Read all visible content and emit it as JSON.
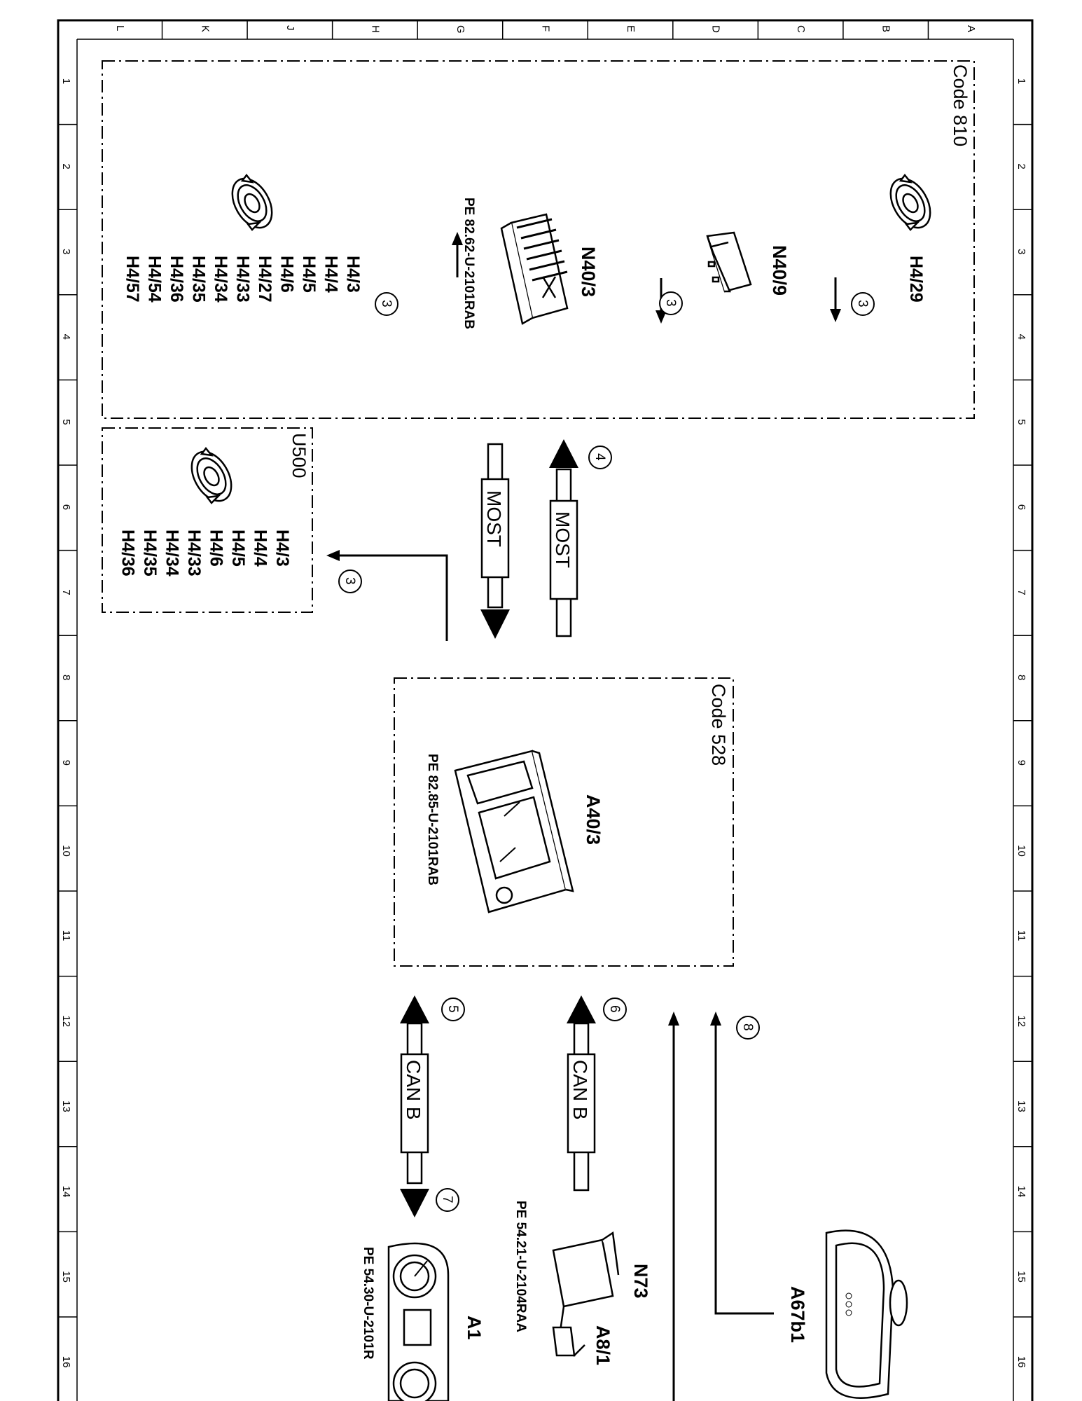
{
  "grid": {
    "columns": [
      "L",
      "K",
      "J",
      "H",
      "G",
      "F",
      "E",
      "D",
      "C",
      "B",
      "A"
    ],
    "rows": [
      "1",
      "2",
      "3",
      "4",
      "5",
      "6",
      "7",
      "8",
      "9",
      "10",
      "11",
      "12",
      "13",
      "14",
      "15",
      "16"
    ]
  },
  "code810": {
    "title": "Code 810",
    "n40_9": "N40/9",
    "n40_3": "N40/3",
    "h4_29": "H4/29",
    "ref": "PE 82.62-U-2101RAB",
    "speakers": [
      "H4/3",
      "H4/4",
      "H4/5",
      "H4/6",
      "H4/27",
      "H4/33",
      "H4/34",
      "H4/35",
      "H4/36",
      "H4/54",
      "H4/57"
    ]
  },
  "u500": {
    "title": "U500",
    "speakers": [
      "H4/3",
      "H4/4",
      "H4/5",
      "H4/6",
      "H4/33",
      "H4/34",
      "H4/35",
      "H4/36"
    ]
  },
  "code528": {
    "title": "Code 528",
    "a40_3": "A40/3",
    "ref": "PE 82.85-U-2101RAB"
  },
  "buses": {
    "most": "MOST",
    "can_b": "CAN B"
  },
  "markers": {
    "m3": "3",
    "m4": "4",
    "m5": "5",
    "m6": "6",
    "m7": "7",
    "m8": "8"
  },
  "bottom": {
    "a67b1": "A67b1",
    "n73": "N73",
    "a8_1": "A8/1",
    "n73_ref": "PE 54.21-U-2104RAA",
    "a1": "A1",
    "a1_ref": "PE 54.30-U-2101R"
  }
}
